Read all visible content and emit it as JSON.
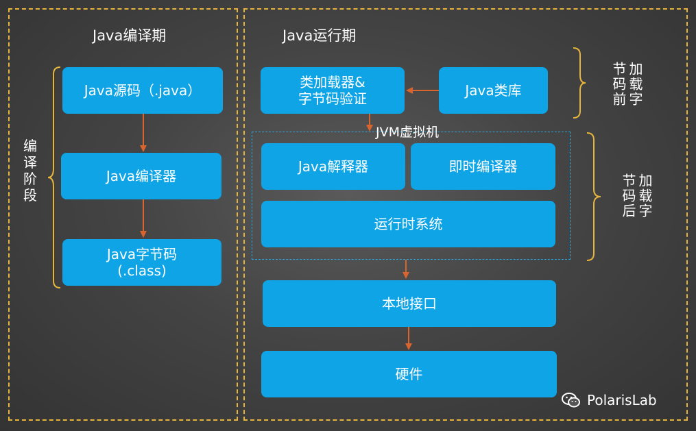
{
  "left": {
    "title": "Java编译期",
    "side_label": "编译阶段",
    "boxes": [
      "Java源码（.java）",
      "Java编译器",
      "Java字节码",
      "(.class)"
    ]
  },
  "right": {
    "title": "Java运行期",
    "classloader": [
      "类加载器&",
      "字节码验证"
    ],
    "library": "Java类库",
    "jvm_label": "JVM虚拟机",
    "interpreter": "Java解释器",
    "jit": "即时编译器",
    "runtime": "运行时系统",
    "native": "本地接口",
    "hardware": "硬件",
    "before_label": "加载字节码前",
    "after_label": "加载字节码后"
  },
  "brand": "PolarisLab",
  "colors": {
    "box": "#0ea4e6",
    "panel_border": "#e7b53c",
    "arrow": "#d9642e",
    "jvm_border": "#2aa8e0",
    "brace": "#e7b53c"
  }
}
